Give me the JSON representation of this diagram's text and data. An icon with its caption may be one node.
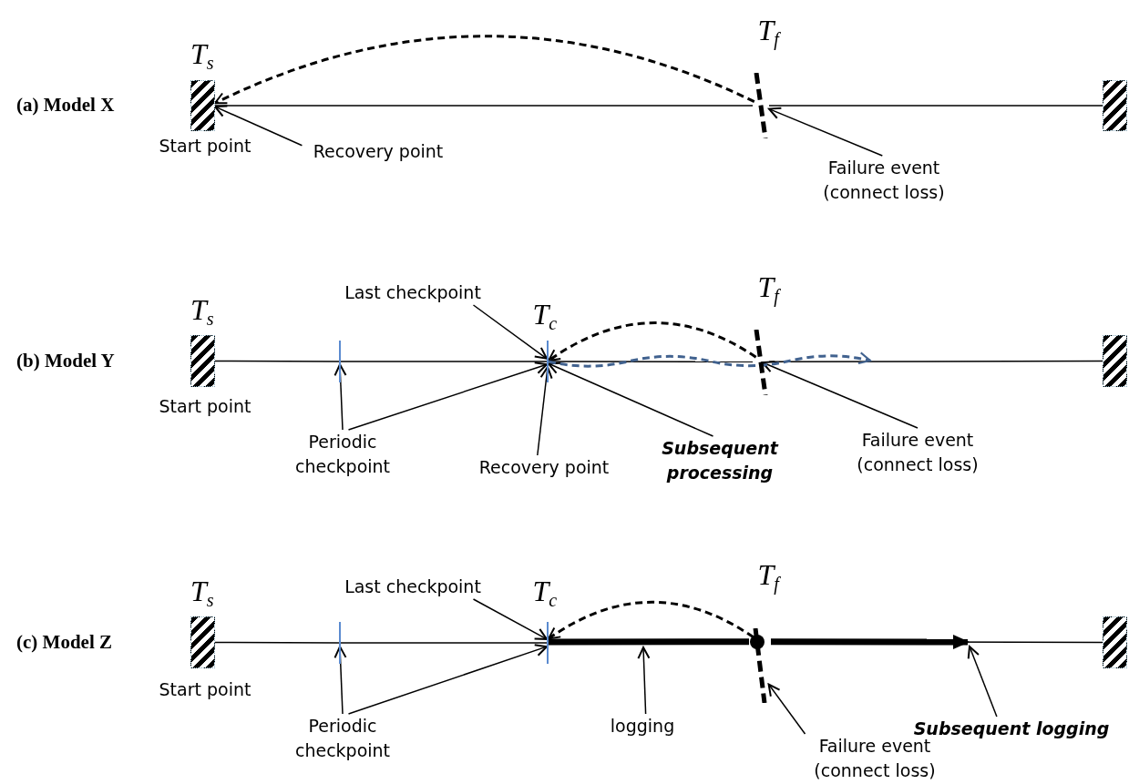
{
  "diagram": {
    "nodes": [
      {
        "text": [],
        "shape": "bar",
        "beside": [
          "T$_{s}$",
          "Start point"
        ]
      },
      {
        "text": [],
        "shape": "bar"
      },
      {
        "text": [],
        "shape": "bar",
        "beside": [
          "T$_{f}$"
        ]
      },
      {
        "text": [
          "Recovery point"
        ]
      },
      {
        "text": [
          "Failure event (connect loss)"
        ]
      },
      {
        "text": [],
        "shape": "bar",
        "beside": [
          "T$_{s}$",
          "Start point"
        ]
      },
      {
        "text": [],
        "shape": "bar"
      },
      {
        "text": [],
        "shape": "bar"
      },
      {
        "text": [],
        "shape": "bar",
        "beside": [
          "T$_{c}$"
        ]
      },
      {
        "text": [],
        "shape": "bar",
        "beside": [
          "T$_{f}$"
        ]
      },
      {
        "text": [
          "Last checkpoint"
        ]
      },
      {
        "text": [
          "Periodic checkpoint"
        ]
      },
      {
        "text": [
          "Recovery point"
        ]
      },
      {
        "text": [
          "Subsequent processing"
        ]
      },
      {
        "text": [
          "Failure event (connect loss)"
        ]
      },
      {
        "text": [],
        "shape": "bar",
        "beside": [
          "T$_{s}$",
          "Start point"
        ]
      },
      {
        "text": [],
        "shape": "bar"
      },
      {
        "text": [],
        "shape": "bar"
      },
      {
        "text": [],
        "shape": "bar",
        "beside": [
          "T$_{c}$"
        ]
      },
      {
        "text": [],
        "shape": "bar",
        "beside": [
          "T$_{f}$"
        ]
      },
      {
        "text": [
          "Last checkpoint"
        ]
      },
      {
        "text": [
          "Periodic checkpoint"
        ]
      },
      {
        "text": [
          "logging"
        ]
      },
      {
        "text": [
          "Failure event (connect loss)"
        ]
      },
      {
        "text": [
          "Subsequent logging"
        ]
      }
    ],
    "edges": [
      {
        "from": 0,
        "to": 2,
        "arrow": "none"
      },
      {
        "from": 2,
        "to": 1,
        "arrow": "none"
      },
      {
        "from": 2,
        "to": 0,
        "arrow": "to",
        "style": "dashed"
      },
      {
        "from": 3,
        "to": 0,
        "arrow": "to"
      },
      {
        "from": 4,
        "to": 2,
        "arrow": "to"
      },
      {
        "from": 5,
        "to": 7,
        "arrow": "none"
      },
      {
        "from": 7,
        "to": 8,
        "arrow": "none"
      },
      {
        "from": 8,
        "to": 9,
        "arrow": "none"
      },
      {
        "from": 9,
        "to": 6,
        "arrow": "none"
      },
      {
        "from": 11,
        "to": 7,
        "arrow": "to"
      },
      {
        "from": 11,
        "to": 8,
        "arrow": "to"
      },
      {
        "from": 10,
        "to": 8,
        "arrow": "to"
      },
      {
        "from": 12,
        "to": 8,
        "arrow": "to"
      },
      {
        "from": 13,
        "to": 8,
        "arrow": "to"
      },
      {
        "from": 14,
        "to": 9,
        "arrow": "to"
      },
      {
        "from": 9,
        "to": 8,
        "arrow": "to",
        "style": "dashed"
      },
      {
        "from": 8,
        "to": null,
        "arrow": "to",
        "style": "dashed",
        "color": "#41628f"
      },
      {
        "from": 15,
        "to": 17,
        "arrow": "none"
      },
      {
        "from": 17,
        "to": 18,
        "arrow": "none"
      },
      {
        "from": 19,
        "to": 16,
        "arrow": "none"
      },
      {
        "from": 19,
        "to": 18,
        "arrow": "to",
        "style": "dashed"
      },
      {
        "from": 18,
        "to": 19,
        "arrow": "none",
        "style": "thick"
      },
      {
        "from": 19,
        "to": null,
        "arrow": "to",
        "style": "thick"
      },
      {
        "from": 20,
        "to": 18,
        "arrow": "to"
      },
      {
        "from": 21,
        "to": 17,
        "arrow": "to"
      },
      {
        "from": 21,
        "to": 18,
        "arrow": "to"
      },
      {
        "from": 22,
        "to": null,
        "arrow": "to"
      },
      {
        "from": 23,
        "to": 19,
        "arrow": "to"
      },
      {
        "from": 24,
        "to": null,
        "arrow": "to"
      }
    ],
    "labels": [
      "(a) Model X",
      "(b) Model Y",
      "(c) Model Z"
    ]
  }
}
